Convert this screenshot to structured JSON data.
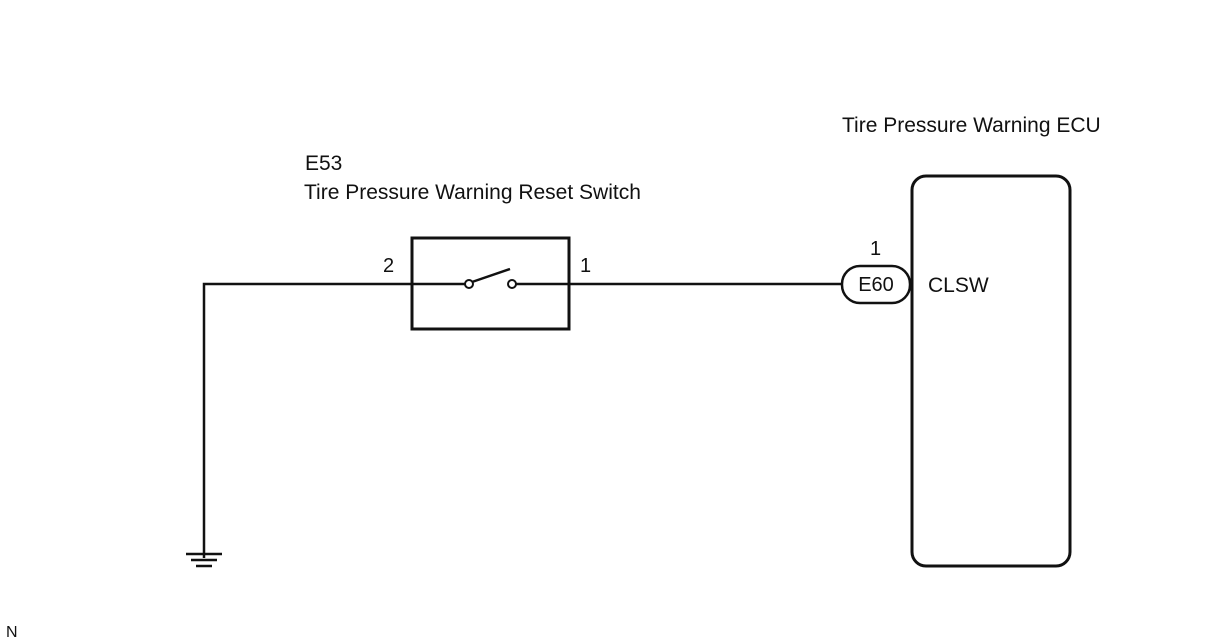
{
  "switch": {
    "connector_code": "E53",
    "name": "Tire Pressure Warning Reset Switch",
    "pin_left": "2",
    "pin_right": "1"
  },
  "ecu": {
    "name": "Tire Pressure Warning ECU",
    "connector_code": "E60",
    "pin": "1",
    "terminal": "CLSW"
  },
  "footer_mark": "N",
  "icons": {
    "ground": "ground-symbol-icon",
    "switch": "open-switch-icon"
  }
}
